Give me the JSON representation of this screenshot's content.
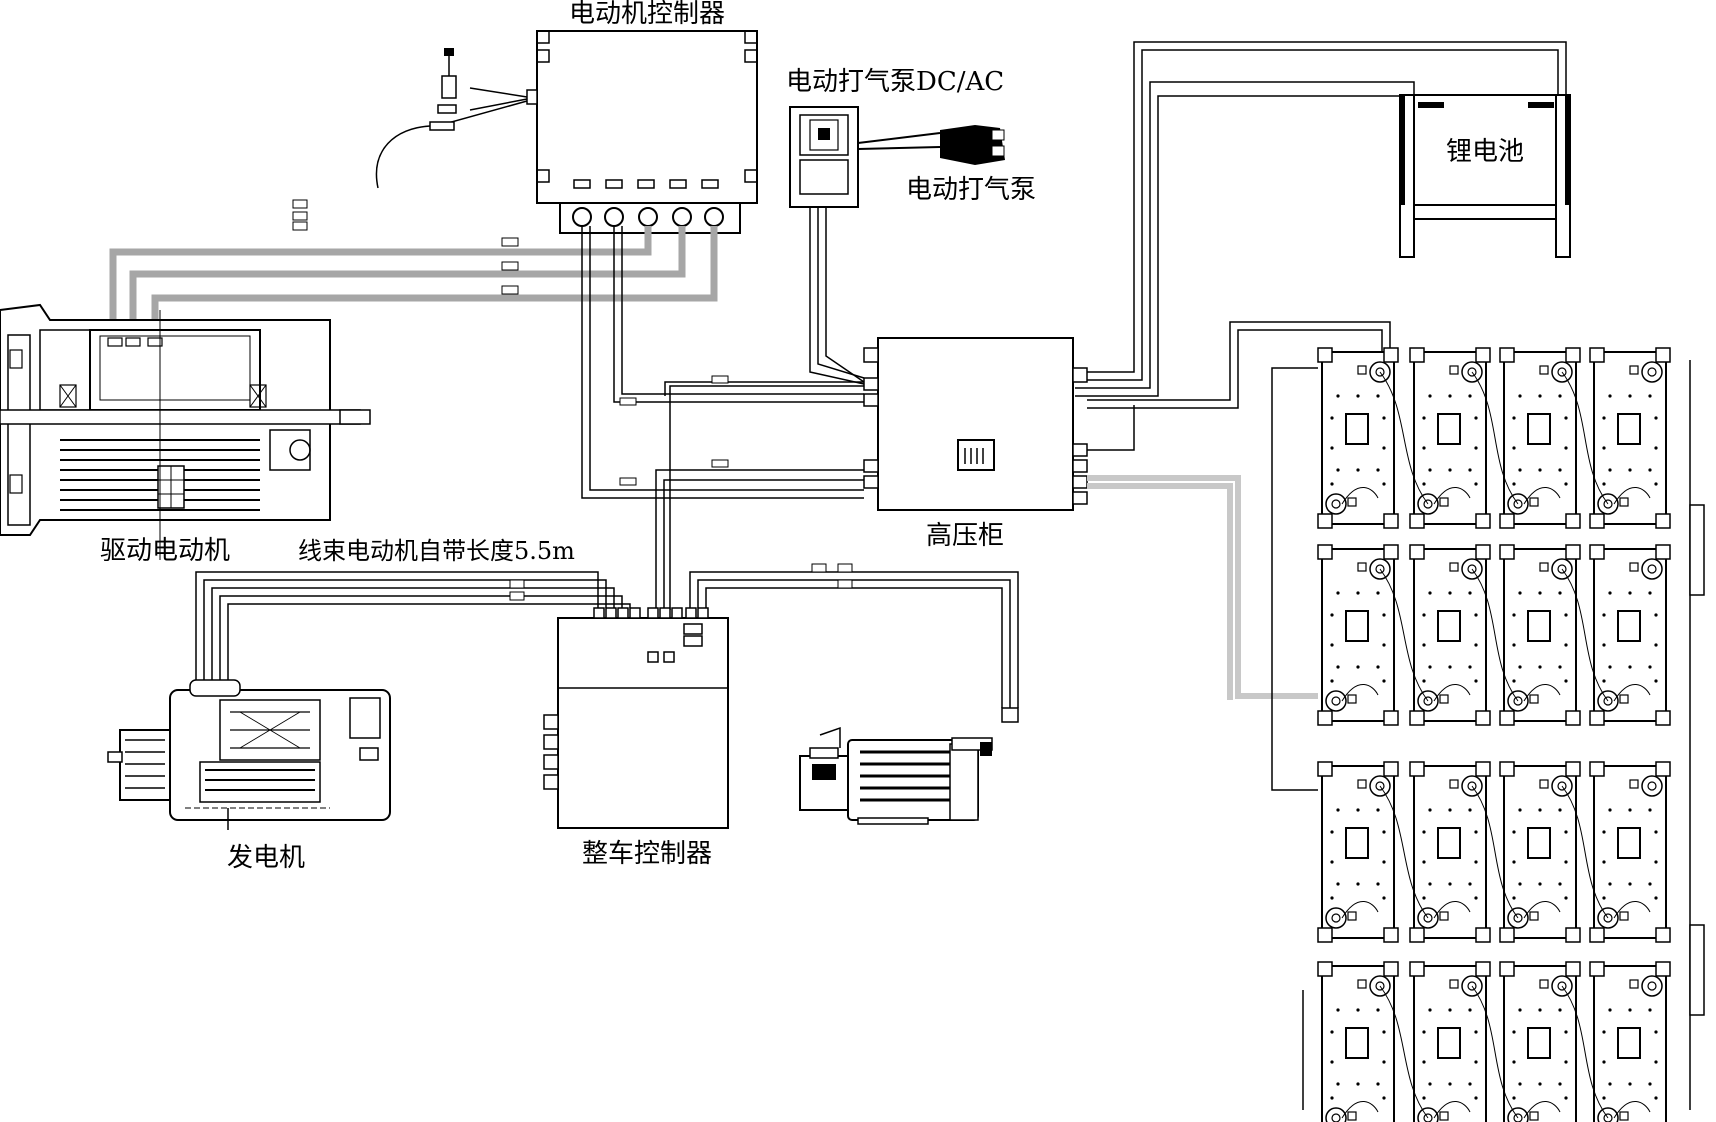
{
  "labels": {
    "motor_controller": "电动机控制器",
    "air_pump_dcac": "电动打气泵DC/AC",
    "air_pump": "电动打气泵",
    "lithium_battery": "锂电池",
    "drive_motor": "驱动电动机",
    "harness_note": "线束电动机自带长度5.5m",
    "hv_cabinet": "高压柜",
    "generator": "发电机",
    "vehicle_controller": "整车控制器"
  },
  "battery_pack": {
    "rows": 4,
    "columns": 4
  },
  "colors": {
    "line": "#000000",
    "grey_cable": "#a6a6a6",
    "light_grey_cable": "#c8c8c8",
    "fill": "#ffffff"
  }
}
